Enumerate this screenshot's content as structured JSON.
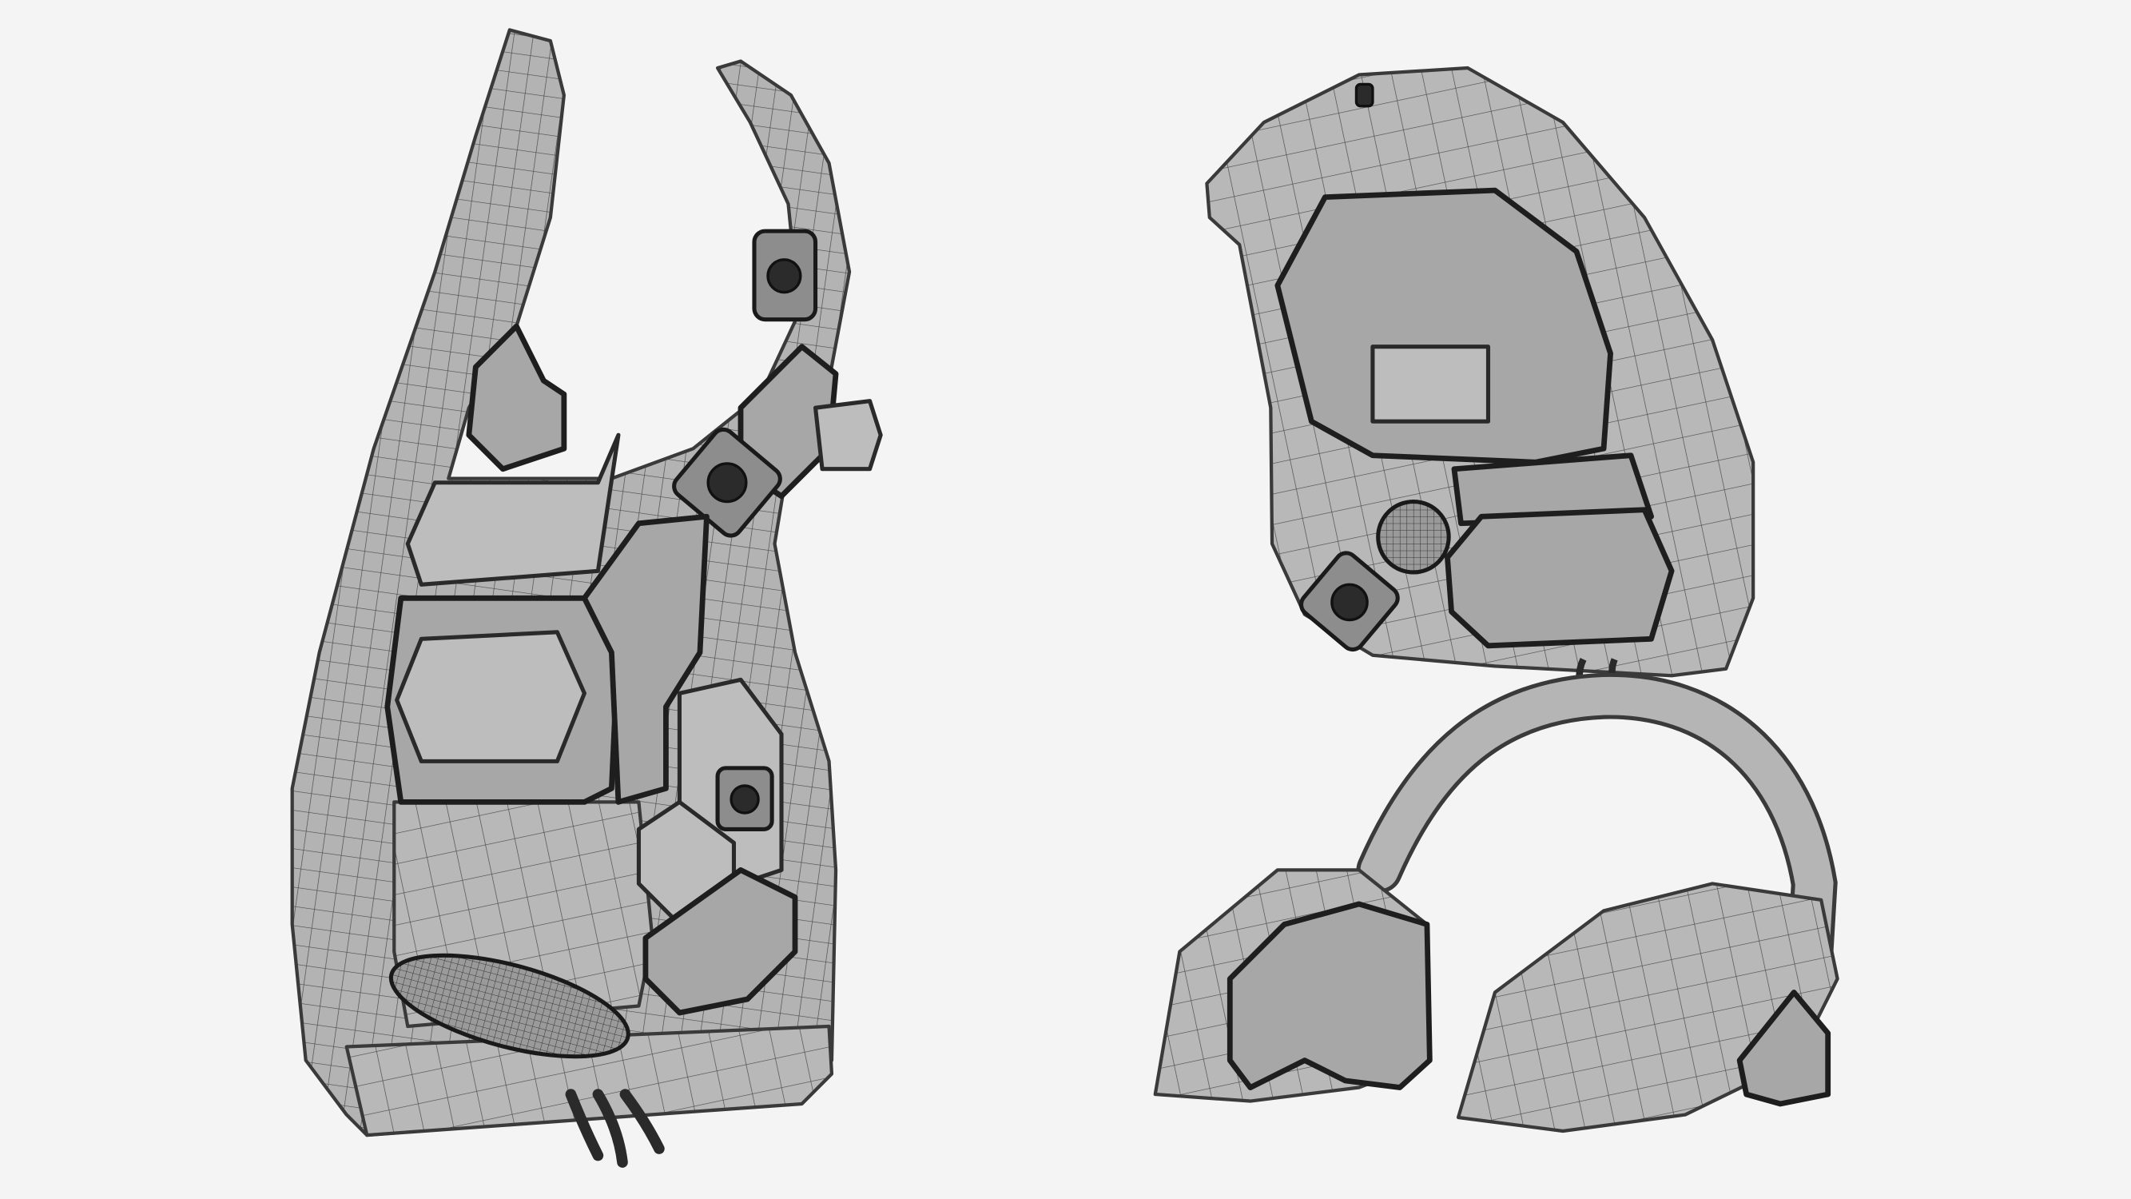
{
  "scene": {
    "description_type": "wireframe-render",
    "objects": [
      "vest",
      "headset"
    ],
    "colors": {
      "background": "#f4f4f4",
      "mesh_fill": "#b3b3b3",
      "mesh_lines": "#4a4a4a",
      "component_outline": "#1e1e1e"
    }
  }
}
